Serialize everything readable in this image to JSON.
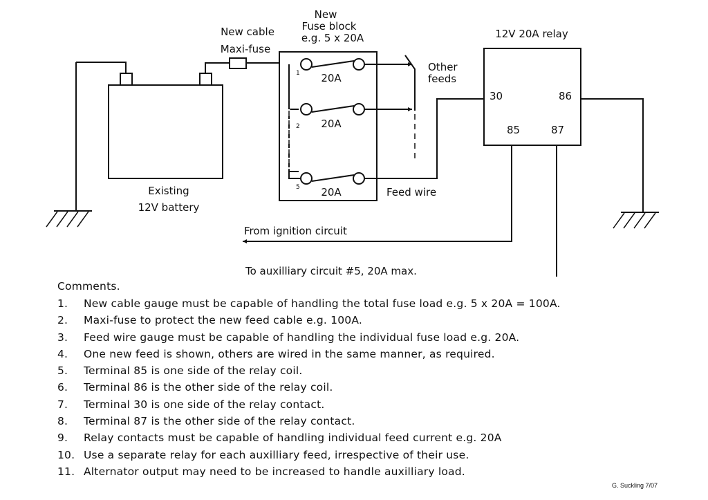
{
  "diagram": {
    "battery_label": [
      "Existing",
      "12V  battery"
    ],
    "maxi_fuse_label": [
      "New  cable",
      "Maxi-fuse"
    ],
    "fuse_block_label": [
      "New",
      "Fuse  block",
      "e.g.  5  x  20A"
    ],
    "fuses": [
      {
        "number": "1",
        "rating": "20A"
      },
      {
        "number": "2",
        "rating": "20A"
      },
      {
        "number": "5",
        "rating": "20A"
      }
    ],
    "other_feeds_label": [
      "Other",
      "feeds"
    ],
    "relay_label": "12V  20A  relay",
    "relay_terminals": {
      "t30": "30",
      "t86": "86",
      "t85": "85",
      "t87": "87"
    },
    "feed_wire_label": "Feed  wire",
    "ignition_label": "From  ignition  circuit",
    "aux_label": "To  auxilliary  circuit  #5,  20A  max."
  },
  "comments": {
    "title": "Comments.",
    "items": [
      {
        "num": "1.",
        "text": "New  cable  gauge  must  be  capable  of  handling  the  total  fuse  load  e.g.  5  x  20A  =  100A."
      },
      {
        "num": "2.",
        "text": "Maxi-fuse  to  protect  the  new  feed  cable  e.g.  100A."
      },
      {
        "num": "3.",
        "text": "Feed  wire  gauge  must  be  capable  of  handling  the  individual  fuse  load  e.g.  20A."
      },
      {
        "num": "4.",
        "text": "One  new  feed  is  shown,  others  are  wired  in  the  same  manner,  as  required."
      },
      {
        "num": "5.",
        "text": "Terminal  85  is  one  side  of  the  relay  coil."
      },
      {
        "num": "6.",
        "text": "Terminal  86  is  the  other  side  of  the  relay  coil."
      },
      {
        "num": "7.",
        "text": "Terminal  30  is  one  side  of  the  relay  contact."
      },
      {
        "num": "8.",
        "text": "Terminal  87  is  the  other  side  of  the  relay  contact."
      },
      {
        "num": "9.",
        "text": "Relay  contacts  must  be  capable  of  handling  individual  feed  current  e.g.  20A"
      },
      {
        "num": "10.",
        "text": "Use  a  separate  relay  for  each  auxilliary  feed,  irrespective  of  their  use."
      },
      {
        "num": "11.",
        "text": "Alternator  output  may  need  to  be  increased  to  handle  auxilliary  load."
      }
    ]
  },
  "signature": "G.  Suckling  7/07"
}
